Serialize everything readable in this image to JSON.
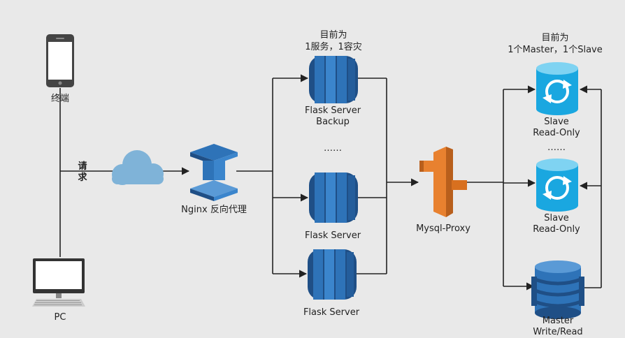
{
  "nodes": {
    "phone": {
      "label": "终端"
    },
    "pc": {
      "label": "PC"
    },
    "request": {
      "label_line1": "请",
      "label_line2": "求"
    },
    "nginx": {
      "label": "Nginx 反向代理"
    },
    "flask_note": {
      "line1": "目前为",
      "line2": "1服务，1容灾"
    },
    "flask_backup": {
      "line1": "Flask Server",
      "line2": "Backup"
    },
    "flask_ellipsis": {
      "label": "……"
    },
    "flask_server_1": {
      "label": "Flask Server"
    },
    "flask_server_2": {
      "label": "Flask Server"
    },
    "mysql_proxy": {
      "label": "Mysql-Proxy"
    },
    "db_note": {
      "line1": "目前为",
      "line2": "1个Master，1个Slave"
    },
    "slave_1": {
      "line1": "Slave",
      "line2": "Read-Only"
    },
    "slave_ellipsis": {
      "label": "……"
    },
    "slave_2": {
      "line1": "Slave",
      "line2": "Read-Only"
    },
    "master": {
      "line1": "Master",
      "line2": "Write/Read"
    }
  },
  "colors": {
    "background": "#e9e9e9",
    "line": "#222222",
    "server_blue": "#2e73b8",
    "server_dark": "#1f4f86",
    "slave_cyan": "#1aa7e0",
    "proxy_orange": "#e8812f",
    "cloud": "#7fb3d8"
  }
}
